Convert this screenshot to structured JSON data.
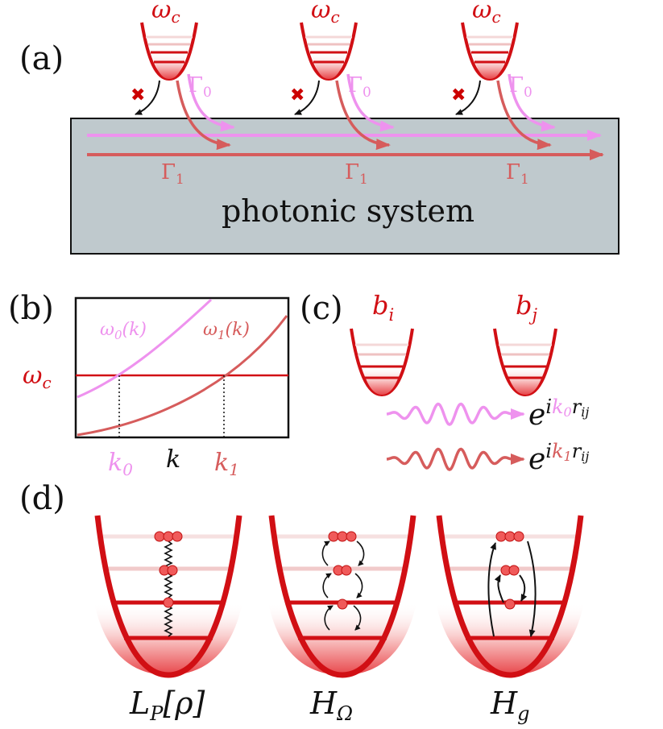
{
  "panel_a": {
    "label": "(a)",
    "oscillator_label": "ω",
    "oscillator_sub": "c",
    "gamma0": "Γ",
    "gamma0_sub": "0",
    "gamma1": "Γ",
    "gamma1_sub": "1",
    "blocked_mark": "✖",
    "system_label": "photonic system"
  },
  "panel_b": {
    "label": "(b)",
    "omega_c": "ω",
    "omega_c_sub": "c",
    "curve0": "ω",
    "curve0_sub": "0",
    "curve0_arg": "(k)",
    "curve1": "ω",
    "curve1_sub": "1",
    "curve1_arg": "(k)",
    "k0": "k",
    "k0_sub": "0",
    "k": "k",
    "k1": "k",
    "k1_sub": "1"
  },
  "panel_c": {
    "label": "(c)",
    "bi": "b",
    "bi_sub": "i",
    "bj": "b",
    "bj_sub": "j",
    "phase_e": "e",
    "phase_i": "i",
    "phase_k": "k",
    "phase_k0_sub": "0",
    "phase_k1_sub": "1",
    "phase_r": "r",
    "phase_ij": "ij"
  },
  "panel_d": {
    "label": "(d)",
    "op1": "L",
    "op1_sub": "P",
    "op1_arg": "[ρ]",
    "op2": "H",
    "op2_sub": "Ω",
    "op3": "H",
    "op3_sub": "g"
  },
  "colors": {
    "oscillator_red": "#d10f14",
    "gamma0_pink": "#ee92ee",
    "gamma1_rose": "#d65c5c",
    "system_fill": "#bfc9cd",
    "cross_red": "#cc0000"
  }
}
